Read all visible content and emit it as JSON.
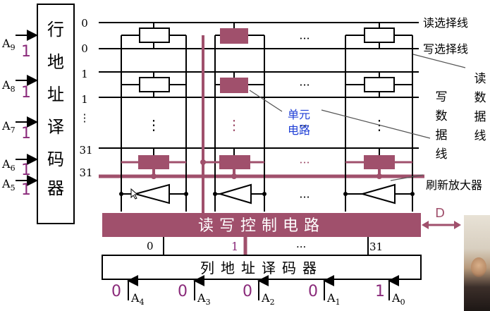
{
  "row_decoder": {
    "label": "行地址译码器",
    "inputs": [
      {
        "name": "A",
        "sub": "9",
        "bit": "1"
      },
      {
        "name": "A",
        "sub": "8",
        "bit": "1"
      },
      {
        "name": "A",
        "sub": "7",
        "bit": "1"
      },
      {
        "name": "A",
        "sub": "6",
        "bit": "1"
      },
      {
        "name": "A",
        "sub": "5",
        "bit": "1"
      }
    ],
    "outputs": [
      "0",
      "0",
      "1",
      "1",
      "⋮",
      "31",
      "31"
    ]
  },
  "right_labels": {
    "read_select": "读选择线",
    "write_select": "写选择线",
    "read_data": "读数据线",
    "write_data": "写数据线",
    "refresh_amp": "刷新放大器",
    "cell": "单元电路"
  },
  "rw_control": {
    "label": "读写控制电路",
    "data_label": "D",
    "outputs": [
      "0",
      "1",
      "···",
      "31"
    ]
  },
  "col_decoder": {
    "label": "列地址译码器",
    "inputs": [
      {
        "name": "A",
        "sub": "4",
        "bit": "0"
      },
      {
        "name": "A",
        "sub": "3",
        "bit": "0"
      },
      {
        "name": "A",
        "sub": "2",
        "bit": "0"
      },
      {
        "name": "A",
        "sub": "1",
        "bit": "0"
      },
      {
        "name": "A",
        "sub": "0",
        "bit": "1"
      }
    ]
  },
  "ellipsis": {
    "h": "···",
    "v": "⋮"
  },
  "colors": {
    "highlight": "#a0506c",
    "bit": "#8a2a7a",
    "cell_label": "#1f3fd6",
    "line": "#000000"
  }
}
